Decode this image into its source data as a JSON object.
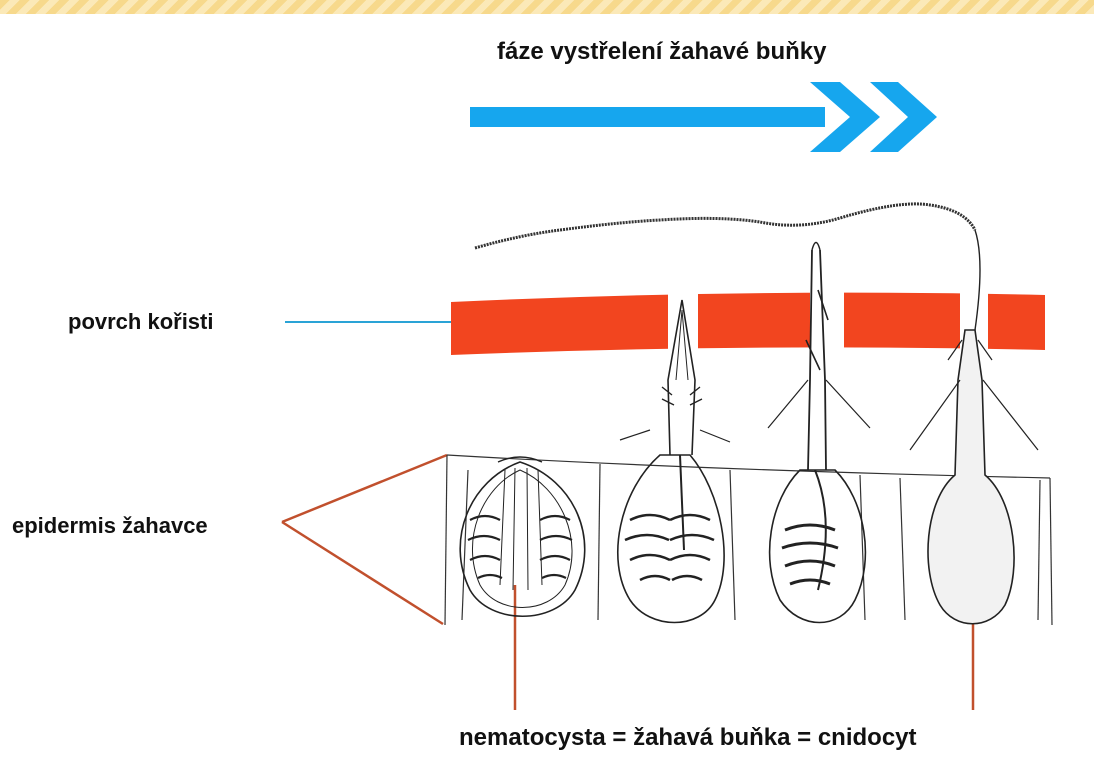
{
  "title": "fáze vystřelení žahavé buňky",
  "labels": {
    "prey_surface": "povrch kořisti",
    "epidermis": "epidermis žahavce",
    "nematocyst": "nematocysta = žahavá buňka = cnidocyt"
  },
  "colors": {
    "arrow": "#16a6ee",
    "prey_band": "#f2451f",
    "prey_leader": "#2aa3d6",
    "epidermis_leader": "#c1502d",
    "nematocyst_leader": "#c1502d",
    "border": "#f7d98c"
  },
  "icons": [
    "direction-arrow-icon"
  ]
}
